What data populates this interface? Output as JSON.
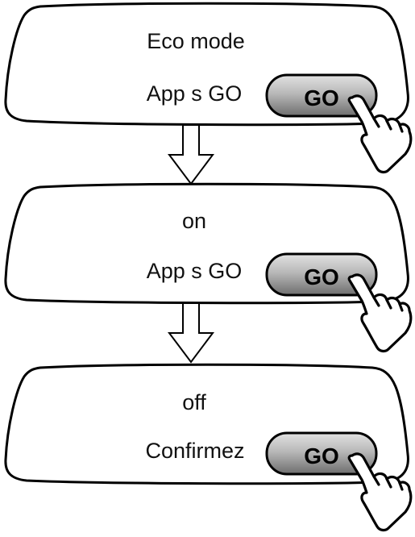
{
  "steps": [
    {
      "line1": "Eco mode",
      "line2": "App s GO",
      "button_label": "GO"
    },
    {
      "line1": "on",
      "line2": "App s GO",
      "button_label": "GO"
    },
    {
      "line1": "off",
      "line2": "Confirmez",
      "button_label": "GO"
    }
  ],
  "colors": {
    "outline": "#000000",
    "button_fill_light": "#d0d0d0",
    "button_fill_dark": "#7a7a7a",
    "background": "#ffffff"
  },
  "icons": [
    "down-arrow-icon",
    "pointing-hand-icon"
  ]
}
